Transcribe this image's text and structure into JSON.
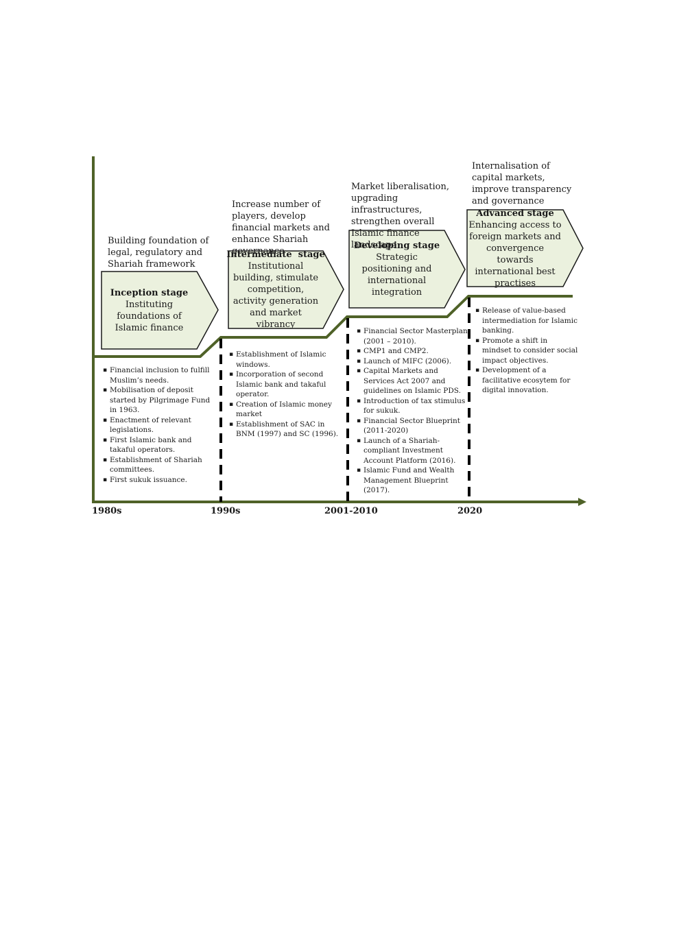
{
  "colors": {
    "line": "#4f6228",
    "box_fill": "#ebf1de",
    "box_stroke": "#1a1a1a",
    "divider": "#000000"
  },
  "stages": [
    {
      "goal": "Building foundation of legal, regulatory and Shariah framework",
      "title": "Inception stage",
      "description": "Instituting foundations of Islamic finance",
      "milestones": [
        "Financial inclusion to fulfill Muslim’s needs.",
        "Mobilisation of deposit started by Pilgrimage Fund in 1963.",
        "Enactment of relevant legislations.",
        "First Islamic bank and takaful operators.",
        "Establishment of Shariah committees.",
        "First sukuk issuance."
      ]
    },
    {
      "goal": "Increase number of players, develop financial markets and enhance Shariah governance",
      "title": "Intermediate  stage",
      "description": "Institutional building, stimulate competition, activity generation and market vibrancy",
      "milestones": [
        "Establishment of Islamic windows.",
        "Incorporation of second Islamic bank and takaful operator.",
        "Creation of Islamic money market",
        "Establishment of SAC in BNM (1997) and SC (1996)."
      ]
    },
    {
      "goal": "Market liberalisation, upgrading infrastructures, strengthen overall Islamic finance landscape",
      "title": "Developing stage",
      "description": "Strategic positioning and international integration",
      "milestones": [
        "Financial Sector Masterplan (2001 – 2010).",
        "CMP1 and CMP2.",
        "Launch of MIFC (2006).",
        "Capital Markets and Services Act 2007 and guidelines on Islamic PDS.",
        "Introduction of  tax stimulus for sukuk.",
        "Financial Sector Blueprint (2011-2020)",
        "Launch of a Shariah-compliant Investment Account Platform (2016).",
        "Islamic Fund and Wealth Management Blueprint (2017)."
      ]
    },
    {
      "goal": "Internalisation of capital markets, improve transparency and governance",
      "title": "Advanced stage",
      "description": "Enhancing access to foreign markets and convergence towards international best practises",
      "milestones": [
        "Release of value-based intermediation for Islamic banking.",
        "Promote a shift in mindset to consider social impact objectives.",
        "Development of a facilitative ecosytem for digital innovation."
      ]
    }
  ],
  "years": [
    "1980s",
    "1990s",
    "2001-2010",
    "2020"
  ]
}
